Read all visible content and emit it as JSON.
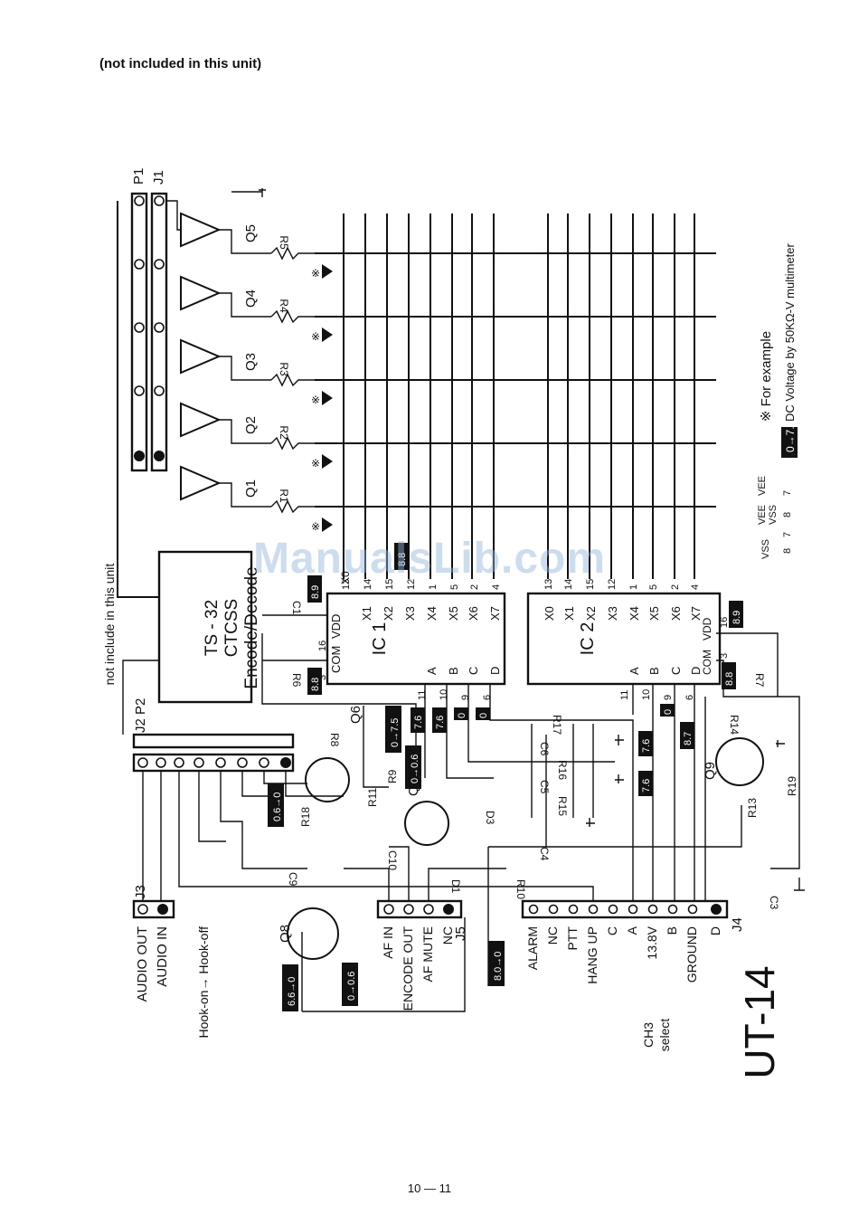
{
  "header_note": "(not included in this unit)",
  "page_number": "10 — 11",
  "watermark": "ManualsLib.com",
  "title": "UT-14",
  "ch3_select": [
    "CH3",
    "select"
  ],
  "legend": {
    "note_line": "※ For example",
    "voltage_box": "0→7.5",
    "voltage_desc": "DC Voltage by 50KΩ-V multimeter"
  },
  "not_included_label": "not include in this unit",
  "ts32": [
    "TS - 32",
    "CTCSS",
    "Encode/Decode"
  ],
  "connectors": {
    "j3": "J3",
    "j3_pins": [
      "AUDIO OUT",
      "AUDIO IN"
    ],
    "hook_label": "Hook-on→ Hook-off",
    "j5": "J5",
    "j5_pins": [
      "AF IN",
      "ENCODE OUT",
      "AF MUTE",
      "NC"
    ],
    "j4": "J4",
    "j4_pins": [
      "ALARM",
      "NC",
      "PTT",
      "HANG UP",
      "C",
      "A",
      "13.8V",
      "B",
      "GROUND",
      "D"
    ],
    "j2p2": "J2 P2",
    "p1": "P1",
    "j1": "J1"
  },
  "ic1": {
    "name": "IC 1",
    "left_pins": [
      "COM",
      "VDD",
      "X1",
      "X2",
      "X3",
      "X4",
      "X5",
      "X6",
      "X7"
    ],
    "left_pin_nums": [
      "3",
      "16",
      "13",
      "14",
      "15",
      "12",
      "1",
      "5",
      "2",
      "4"
    ],
    "abcd": [
      "A",
      "B",
      "C",
      "D"
    ],
    "abcd_nums": [
      "11",
      "10",
      "9",
      "6"
    ]
  },
  "ic2": {
    "name": "IC 2",
    "x_pins": [
      "X0",
      "X1",
      "X2",
      "X3",
      "X4",
      "X5",
      "X6",
      "X7"
    ],
    "x_nums": [
      "13",
      "14",
      "15",
      "12",
      "1",
      "5",
      "2",
      "4"
    ],
    "abcd": [
      "A",
      "B",
      "C",
      "D"
    ],
    "abcd_nums": [
      "11",
      "10",
      "9",
      "6"
    ],
    "com_vdd": [
      "COM",
      "VDD"
    ],
    "com_vdd_nums": [
      "3",
      "16"
    ]
  },
  "ic1_x0": "X0",
  "transistors_top": [
    "Q1",
    "Q2",
    "Q3",
    "Q4",
    "Q5"
  ],
  "resistors_top": [
    "R1",
    "R2",
    "R3",
    "R4",
    "R5"
  ],
  "components": [
    "Q6",
    "Q7",
    "Q8",
    "Q9",
    "R6",
    "R7",
    "R8",
    "R9",
    "R10",
    "R11",
    "R13",
    "R14",
    "R15",
    "R16",
    "R17",
    "R18",
    "R19",
    "C1",
    "C3",
    "C4",
    "C5",
    "C6",
    "C9",
    "C10",
    "D1",
    "D3"
  ],
  "voltages": [
    "8.9",
    "8.8",
    "8.8",
    "8.8",
    "8.9",
    "8.7",
    "0→7.5",
    "0→0.6",
    "7.6",
    "7.6",
    "0",
    "0",
    "7.6",
    "7.6",
    "0",
    "0.6→0",
    "8.0→0",
    "6.6→0",
    "0→0.6"
  ],
  "vss_vee": [
    "VSS",
    "VEE",
    "VSS",
    "VEE",
    "8",
    "7",
    "8",
    "7"
  ],
  "asterisk": "※"
}
